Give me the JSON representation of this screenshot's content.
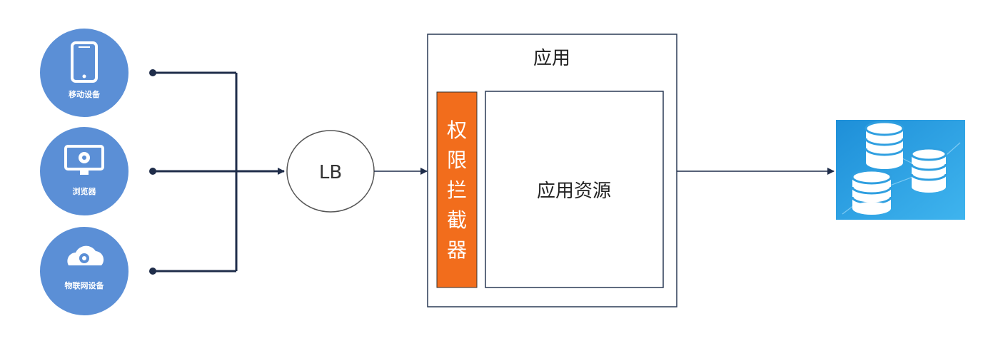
{
  "colors": {
    "circle_fill": "#5b8fd6",
    "line": "#1f2d4a",
    "interceptor": "#f26d1c",
    "db_bg": "#2f9fe0",
    "box_border": "#2a3a55"
  },
  "clients": [
    {
      "label": "移动设备",
      "icon": "mobile-phone-icon"
    },
    {
      "label": "浏览器",
      "icon": "monitor-gear-icon"
    },
    {
      "label": "物联网设备",
      "icon": "cloud-gear-icon"
    }
  ],
  "load_balancer": {
    "label": "LB"
  },
  "app": {
    "title": "应用",
    "interceptor": "权限拦截器",
    "resource": "应用资源"
  },
  "database": {
    "icon": "database-cluster-icon"
  }
}
